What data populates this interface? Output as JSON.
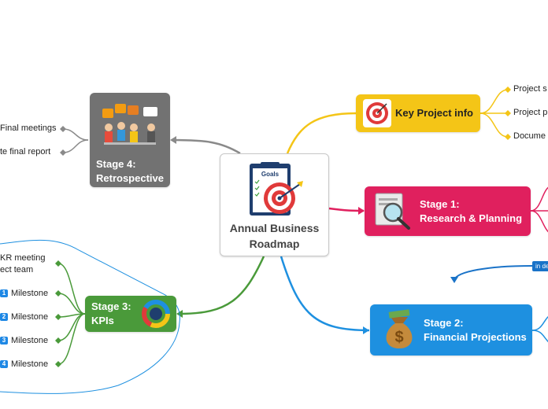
{
  "central": {
    "title": "Annual Business\nRoadmap",
    "image_caption": "Goals"
  },
  "nodes": {
    "key_project": {
      "label": "Key Project info",
      "color": "#f4c517"
    },
    "stage1": {
      "label": "Stage 1:\nResearch & Planning",
      "color": "#e0205e"
    },
    "stage2": {
      "label": "Stage 2:\nFinancial Projections",
      "color": "#1e90e0"
    },
    "stage3": {
      "label": "Stage 3:\nKPIs",
      "color": "#4a9a3a"
    },
    "stage4": {
      "label": "Stage 4:\nRetrospective",
      "color": "#727272"
    }
  },
  "key_project_leaves": [
    "Project s",
    "Project p",
    "Docume"
  ],
  "stage4_leaves": [
    "Final meetings",
    "te final report"
  ],
  "stage3_leaves": {
    "top_lines": [
      "KR meeting",
      "ect team"
    ],
    "milestones": [
      {
        "num": "1",
        "label": "Milestone"
      },
      {
        "num": "2",
        "label": "Milestone"
      },
      {
        "num": "3",
        "label": "Milestone"
      },
      {
        "num": "4",
        "label": "Milestone"
      }
    ]
  },
  "stage2_badge": "in de"
}
